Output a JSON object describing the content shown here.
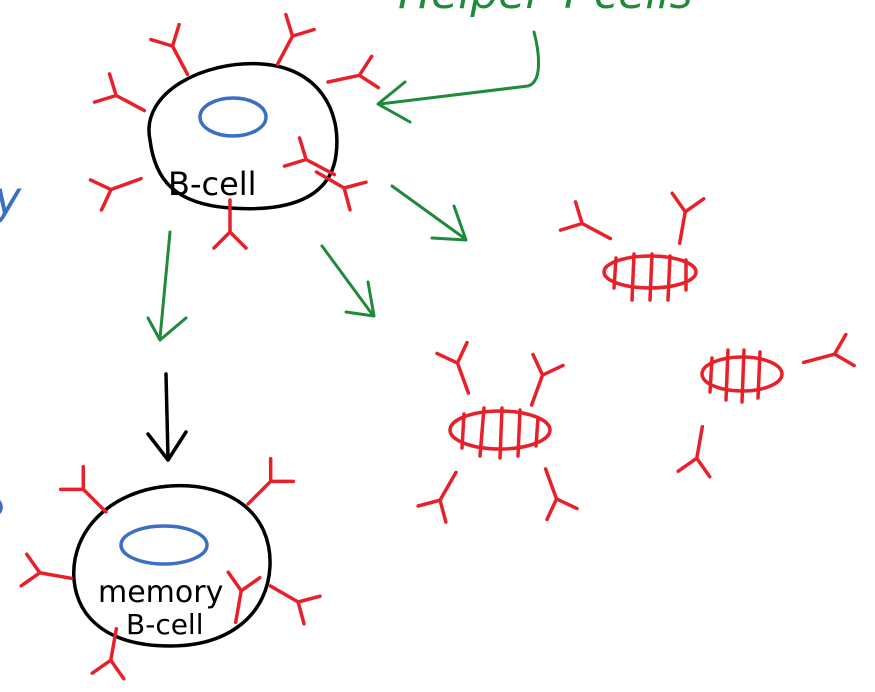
{
  "colors": {
    "background": "#ffffff",
    "cell_outline": "#000000",
    "nucleus": "#3a6fc4",
    "antibody": "#e8202a",
    "flow_arrow": "#1f8a3a",
    "conversion_arrow": "#000000",
    "partial_text": "#1f8a3a",
    "edge_marks": "#3a6fc4"
  },
  "labels": {
    "top_partial": "Helper T-cells",
    "b_cell": "B-cell",
    "memory_line1": "memory",
    "memory_line2": "B-cell",
    "left_edge_partial": "y"
  }
}
